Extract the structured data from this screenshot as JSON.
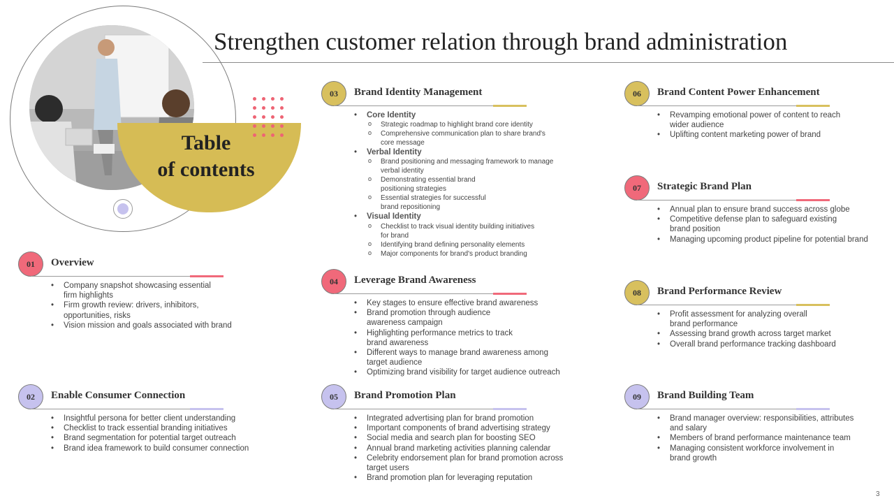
{
  "title": "Strengthen customer relation through brand administration",
  "toc_line1": "Table",
  "toc_line2": "of contents",
  "page_number": "3",
  "colors": {
    "red": "#f0697a",
    "gold": "#d8c05e",
    "lavender": "#c6c2ee"
  },
  "sections": {
    "s01": {
      "num": "01",
      "title": "Overview",
      "items": [
        [
          "Company snapshot showcasing essential",
          "firm highlights"
        ],
        [
          "Firm growth review: drivers, inhibitors,",
          "opportunities, risks"
        ],
        [
          "Vision mission and goals associated with brand"
        ]
      ]
    },
    "s02": {
      "num": "02",
      "title": "Enable Consumer Connection",
      "items": [
        [
          "Insightful persona for better client understanding"
        ],
        [
          "Checklist to track essential branding initiatives"
        ],
        [
          "Brand segmentation for potential target outreach"
        ],
        [
          "Brand idea framework to build consumer connection"
        ]
      ]
    },
    "s03": {
      "num": "03",
      "title": "Brand Identity Management",
      "groups": [
        {
          "label": "Core Identity",
          "items": [
            [
              "Strategic roadmap to highlight brand core identity"
            ],
            [
              "Comprehensive communication plan to share brand's",
              "core message"
            ]
          ]
        },
        {
          "label": "Verbal Identity",
          "items": [
            [
              "Brand positioning and messaging framework to manage",
              "verbal identity"
            ],
            [
              "Demonstrating essential brand",
              "positioning strategies"
            ],
            [
              "Essential strategies for successful",
              "brand repositioning"
            ]
          ]
        },
        {
          "label": "Visual Identity",
          "items": [
            [
              "Checklist to track visual identity building initiatives",
              "for brand"
            ],
            [
              "Identifying brand defining personality elements"
            ],
            [
              "Major components for brand's product branding"
            ]
          ]
        }
      ]
    },
    "s04": {
      "num": "04",
      "title": "Leverage Brand Awareness",
      "items": [
        [
          "Key stages to ensure effective brand awareness"
        ],
        [
          "Brand promotion through audience",
          "awareness campaign"
        ],
        [
          "Highlighting performance metrics to track",
          "brand awareness"
        ],
        [
          "Different ways to  manage brand awareness among",
          "target audience"
        ],
        [
          "Optimizing brand visibility for target audience outreach"
        ]
      ]
    },
    "s05": {
      "num": "05",
      "title": "Brand Promotion  Plan",
      "items": [
        [
          "Integrated advertising plan for brand promotion"
        ],
        [
          "Important components of brand advertising strategy"
        ],
        [
          "Social media and search plan for boosting SEO"
        ],
        [
          "Annual brand marketing activities planning calendar"
        ],
        [
          "Celebrity endorsement plan for brand promotion across",
          "target users"
        ],
        [
          "Brand promotion plan for leveraging reputation"
        ]
      ]
    },
    "s06": {
      "num": "06",
      "title": "Brand Content Power Enhancement",
      "items": [
        [
          "Revamping emotional power of content to reach",
          "wider audience"
        ],
        [
          "Uplifting content marketing power of brand"
        ]
      ]
    },
    "s07": {
      "num": "07",
      "title": "Strategic Brand Plan",
      "items": [
        [
          "Annual plan to ensure brand success across globe"
        ],
        [
          "Competitive defense plan to safeguard existing",
          "brand position"
        ],
        [
          "Managing upcoming product pipeline for potential brand"
        ]
      ]
    },
    "s08": {
      "num": "08",
      "title": "Brand Performance  Review",
      "items": [
        [
          "Profit assessment for analyzing overall",
          "brand performance"
        ],
        [
          "Assessing brand growth across target market"
        ],
        [
          "Overall brand performance tracking dashboard"
        ]
      ]
    },
    "s09": {
      "num": "09",
      "title": "Brand Building  Team",
      "items": [
        [
          "Brand manager overview: responsibilities, attributes",
          "and salary"
        ],
        [
          "Members of brand performance maintenance team"
        ],
        [
          "Managing consistent workforce involvement in",
          "brand growth"
        ]
      ]
    }
  }
}
